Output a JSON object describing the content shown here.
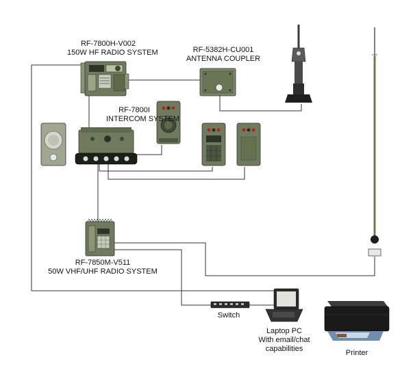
{
  "labels": {
    "hf_model": "RF-7800H-V002",
    "hf_desc": "150W HF RADIO SYSTEM",
    "coupler_model": "RF-5382H-CU001",
    "coupler_desc": "ANTENNA COUPLER",
    "intercom_model": "RF-7800I",
    "intercom_desc": "INTERCOM SYSTEM",
    "vhf_model": "RF-7850M-V511",
    "vhf_desc": "50W VHF/UHF RADIO SYSTEM",
    "switch": "Switch",
    "laptop_line1": "Laptop PC",
    "laptop_line2": "With email/chat",
    "laptop_line3": "capabilities",
    "printer": "Printer"
  },
  "colors": {
    "equipment_green": "#6f7b5c",
    "equipment_dark": "#3f4634",
    "cable": "#333333"
  }
}
